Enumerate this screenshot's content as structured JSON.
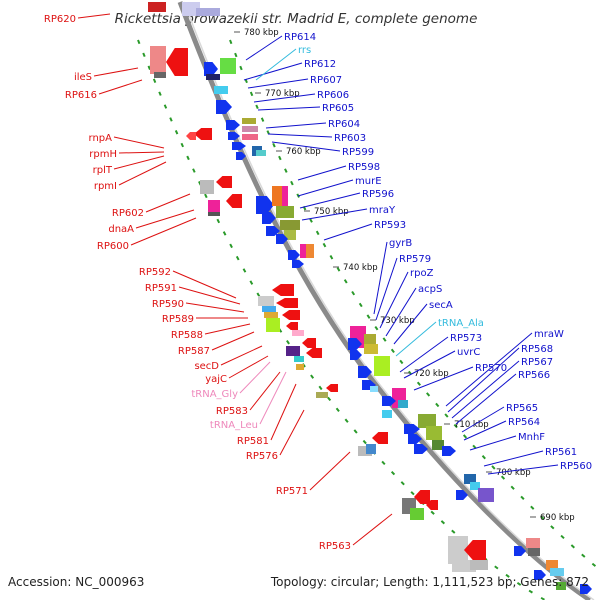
{
  "title": "Rickettsia prowazekii str. Madrid E, complete genome",
  "footer": {
    "accession": "Accession: NC_000963",
    "summary": "Topology: circular; Length: 1,111,523 bp; Genes: 872"
  },
  "colors": {
    "reverse_gene_label": "#dd1111",
    "forward_gene_label": "#1111cc",
    "forward_rna_label": "#33bbdd",
    "reverse_rna_label": "#ee88bb",
    "backbone": "#888888",
    "tick": "#229922"
  },
  "ticks": [
    "780 kbp",
    "770 kbp",
    "760 kbp",
    "750 kbp",
    "740 kbp",
    "730 kbp",
    "720 kbp",
    "710 kbp",
    "700 kbp",
    "690 kbp"
  ],
  "reverse_labels": [
    "RP620",
    "ileS",
    "RP616",
    "rnpA",
    "rpmH",
    "rplT",
    "rpmI",
    "RP602",
    "dnaA",
    "RP600",
    "RP592",
    "RP591",
    "RP590",
    "RP589",
    "RP588",
    "RP587",
    "secD",
    "yajC",
    "RP583",
    "RP581",
    "RP576",
    "RP571",
    "RP563"
  ],
  "reverse_rna_labels": [
    "tRNA_Gly",
    "tRNA_Leu"
  ],
  "forward_labels": [
    "RP614",
    "RP612",
    "RP607",
    "RP606",
    "RP605",
    "RP604",
    "RP603",
    "RP599",
    "RP598",
    "murE",
    "RP596",
    "mraY",
    "RP593",
    "gyrB",
    "RP579",
    "rpoZ",
    "acpS",
    "secA",
    "RP573",
    "uvrC",
    "RP570",
    "mraW",
    "RP568",
    "RP567",
    "RP566",
    "RP565",
    "RP564",
    "MnhF",
    "RP561",
    "RP560"
  ],
  "forward_rna_labels": [
    "rrs",
    "tRNA_Ala"
  ]
}
